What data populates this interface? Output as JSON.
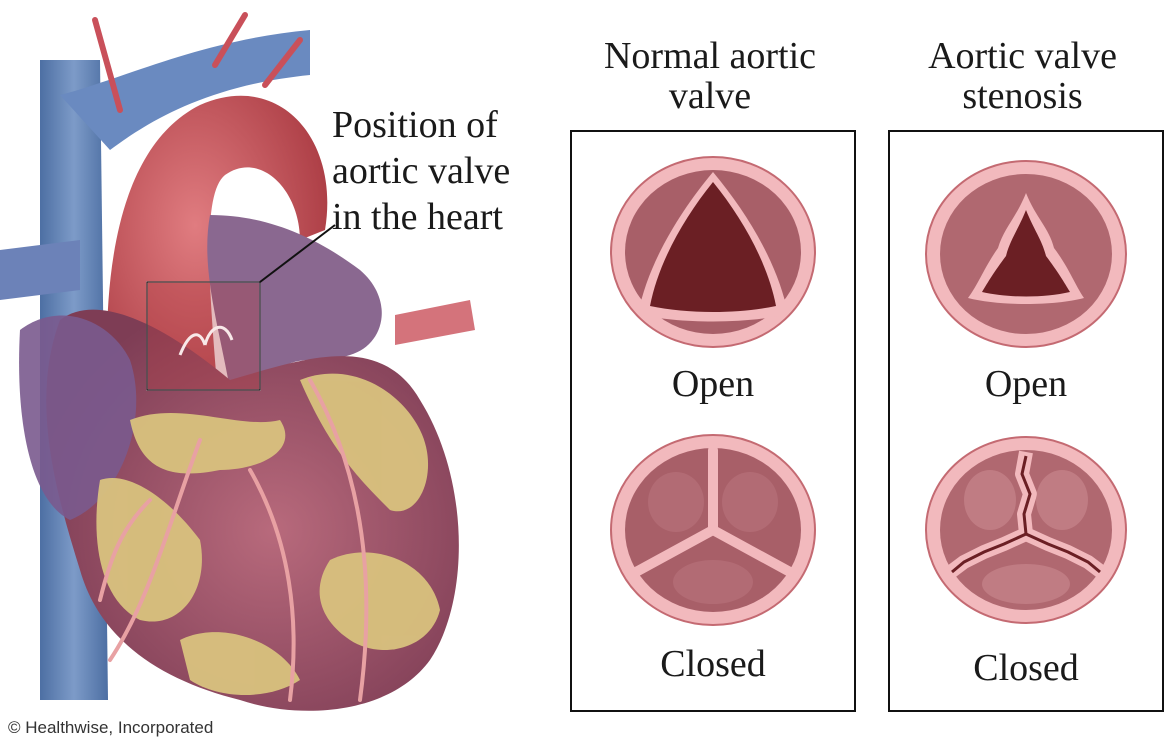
{
  "heart": {
    "callout": [
      "Position of",
      "aortic valve",
      "in the heart"
    ]
  },
  "panels": {
    "normal": {
      "title": [
        "Normal aortic",
        "valve"
      ],
      "open_label": "Open",
      "closed_label": "Closed"
    },
    "stenosis": {
      "title": [
        "Aortic valve",
        "stenosis"
      ],
      "open_label": "Open",
      "closed_label": "Closed"
    }
  },
  "credit": "© Healthwise, Incorporated",
  "colors": {
    "vessel_blue": "#5d7fb0",
    "aorta_red": "#c9555a",
    "muscle": "#a8556a",
    "fat": "#d9c27e",
    "valve_rim": "#f2b9bd",
    "valve_inner": "#6b1f24"
  }
}
